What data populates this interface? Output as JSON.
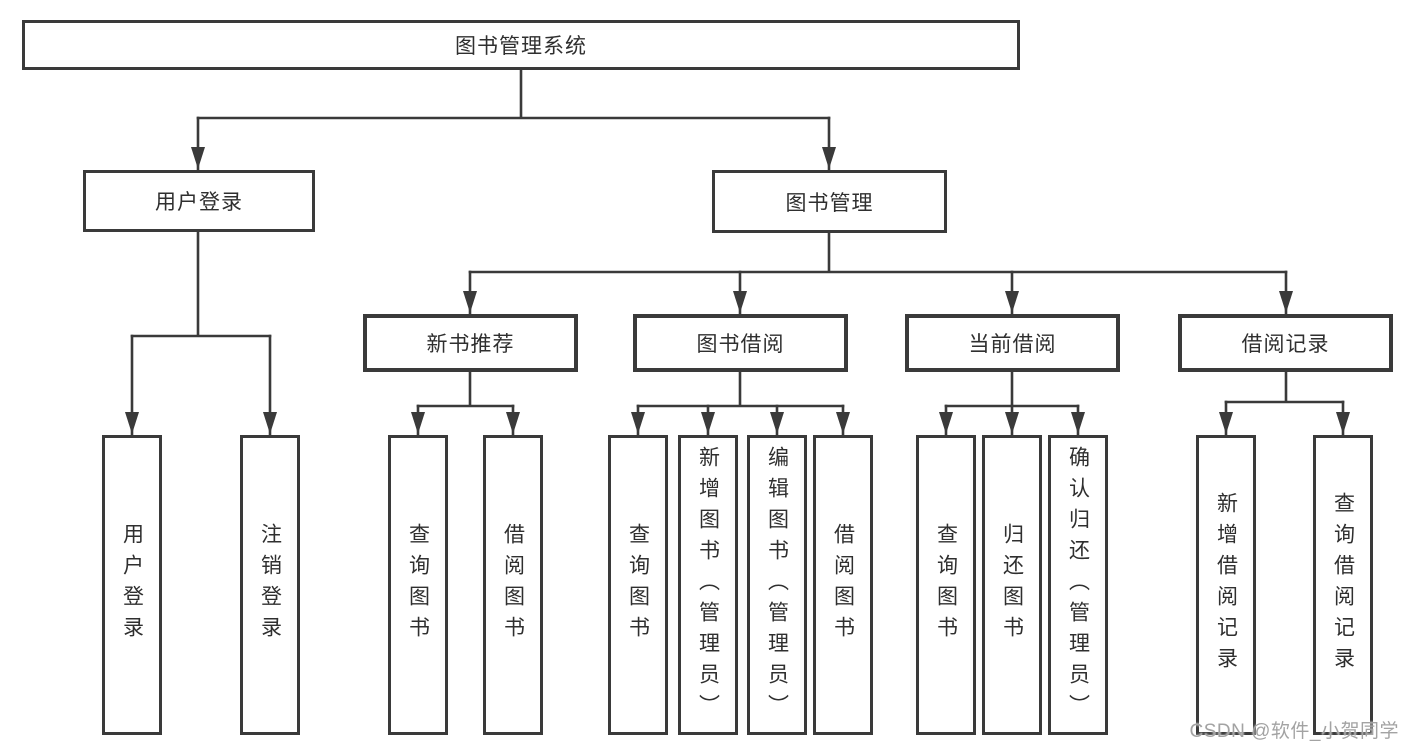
{
  "colors": {
    "line": "#3a3a3a",
    "box_border": "#3a3a3a",
    "text": "#2f2f2f",
    "watermark": "#a3a3a3",
    "background": "#ffffff"
  },
  "root": {
    "label": "图书管理系统"
  },
  "level2": {
    "user": {
      "label": "用户登录",
      "leaves": [
        "用户登录",
        "注销登录"
      ]
    },
    "management": {
      "label": "图书管理"
    }
  },
  "level3": {
    "new_books": {
      "label": "新书推荐",
      "leaves": [
        "查询图书",
        "借阅图书"
      ]
    },
    "borrowing": {
      "label": "图书借阅",
      "leaves": [
        "查询图书",
        "新增图书（管理员）",
        "编辑图书（管理员）",
        "借阅图书"
      ]
    },
    "current": {
      "label": "当前借阅",
      "leaves": [
        "查询图书",
        "归还图书",
        "确认归还（管理员）"
      ]
    },
    "records": {
      "label": "借阅记录",
      "leaves": [
        "新增借阅记录",
        "查询借阅记录"
      ]
    }
  },
  "watermark": {
    "text": "CSDN @软件_小贺同学"
  }
}
